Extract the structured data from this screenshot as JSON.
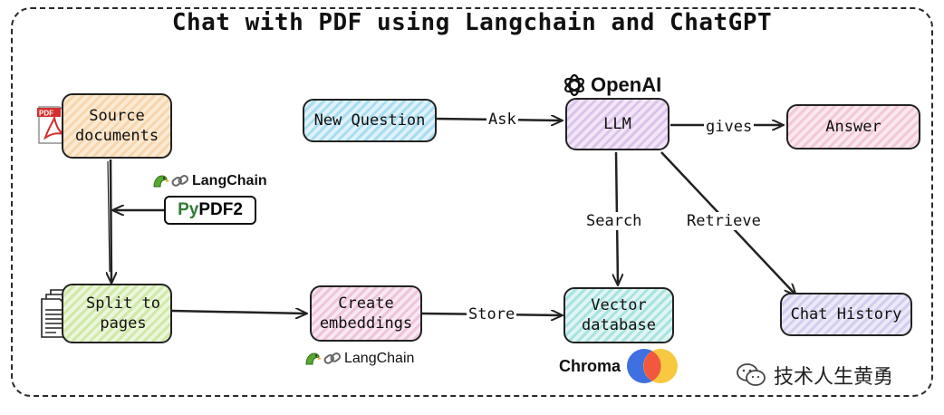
{
  "title": "Chat with PDF using Langchain and ChatGPT",
  "nodes": {
    "source_documents": "Source documents",
    "split_to_pages": "Split to pages",
    "new_question": "New Question",
    "llm": "LLM",
    "answer": "Answer",
    "create_embeddings": "Create embeddings",
    "vector_database": "Vector database",
    "chat_history": "Chat History"
  },
  "edge_labels": {
    "ask": "Ask",
    "gives": "gives",
    "search": "Search",
    "retrieve": "Retrieve",
    "store": "Store"
  },
  "brands": {
    "openai": "OpenAI",
    "langchain_top": "LangChain",
    "langchain_bottom": "LangChain",
    "pypdf_prefix": "Py",
    "pypdf_suffix": "PDF2",
    "chroma": "Chroma",
    "pdf_icon_text": "PDF"
  },
  "watermark": "技术人生黄勇",
  "colors": {
    "orange": "#f7d6ad",
    "blue": "#a9dcf0",
    "purple": "#dcc3ea",
    "pink": "#f3c8d7",
    "green": "#cfe9a8",
    "teal": "#a8e3df",
    "lavender": "#d3cdee",
    "pdf_red": "#d32f2f",
    "chroma_blue": "#3f6fe0",
    "chroma_orange": "#f2583e",
    "chroma_yellow": "#f7c536"
  },
  "icons": [
    "pdf-file-icon",
    "documents-stack-icon",
    "openai-logo-icon",
    "parrot-icon",
    "chain-link-icon",
    "chroma-logo-icon",
    "wechat-icon"
  ]
}
